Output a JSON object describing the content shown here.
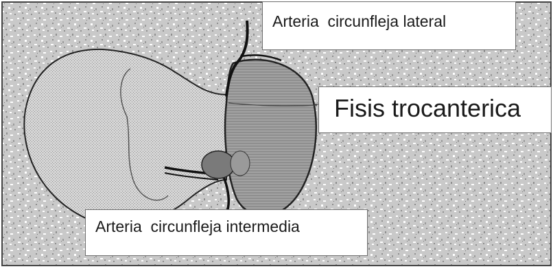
{
  "labels": {
    "lateral": "Arteria  circunfleja lateral",
    "fisis": "Fisis trocanterica",
    "intermedia": "Arteria  circunfleja intermedia"
  },
  "colors": {
    "background_texture": "#c6c6c6",
    "texture_light": "#ffffff",
    "texture_dark": "#8f8f8f",
    "outline": "#222222",
    "hatch_region": "#9a9a9a",
    "label_border": "#6e6e6e"
  }
}
